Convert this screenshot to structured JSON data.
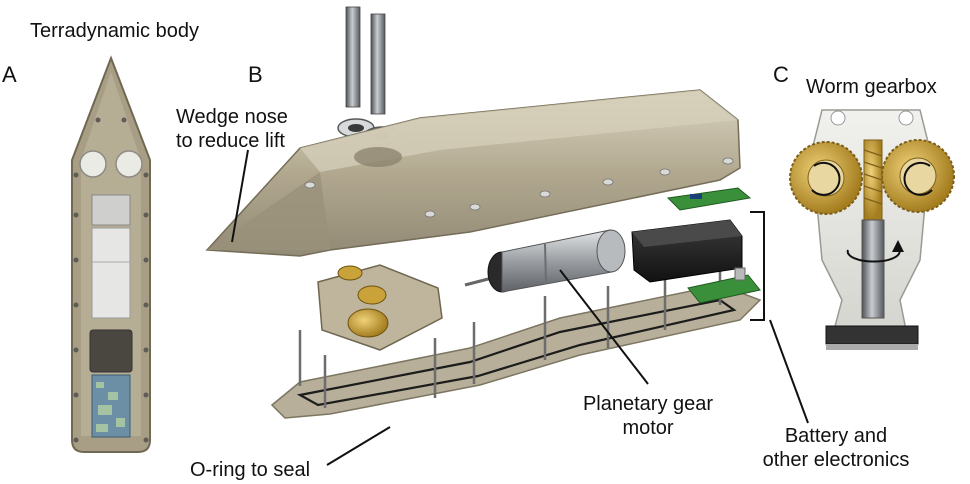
{
  "panels": {
    "a": {
      "letter": "A",
      "title": "Terradynamic body"
    },
    "b": {
      "letter": "B"
    },
    "c": {
      "letter": "C",
      "title": "Worm gearbox"
    }
  },
  "callouts": {
    "wedge_line1": "Wedge nose",
    "wedge_line2": "to reduce lift",
    "planetary_line1": "Planetary gear",
    "planetary_line2": "motor",
    "battery_line1": "Battery and",
    "battery_line2": "other electronics",
    "oring": "O-ring to seal"
  },
  "colors": {
    "shell": "#a89f86",
    "shell_dark": "#7d7560",
    "steel": "#8a8e92",
    "brass": "#c9a23a",
    "pcb": "#3a8f3a",
    "battery": "#222222"
  }
}
